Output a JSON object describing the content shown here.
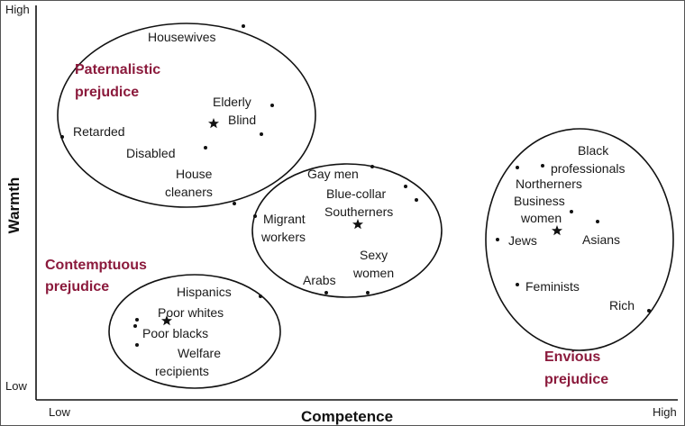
{
  "axes": {
    "x_title": "Competence",
    "y_title": "Warmth",
    "x_low": "Low",
    "x_high": "High",
    "y_low": "Low",
    "y_high": "High"
  },
  "colors": {
    "cluster_label": "#8b1a3c",
    "ink": "#111111",
    "frame": "#555555"
  },
  "clusters": {
    "paternalistic": {
      "title_line1": "Paternalistic",
      "title_line2": "prejudice"
    },
    "contemptuous": {
      "title_line1": "Contemptuous",
      "title_line2": "prejudice"
    },
    "envious": {
      "title_line1": "Envious",
      "title_line2": "prejudice"
    }
  },
  "groups": {
    "housewives": "Housewives",
    "elderly": "Elderly",
    "blind": "Blind",
    "retarded": "Retarded",
    "disabled": "Disabled",
    "house_cleaners_1": "House",
    "house_cleaners_2": "cleaners",
    "gay_men": "Gay men",
    "blue_collar_1": "Blue-collar",
    "blue_collar_2": "Southerners",
    "migrant_1": "Migrant",
    "migrant_2": "workers",
    "sexy_1": "Sexy",
    "sexy_2": "women",
    "arabs": "Arabs",
    "hispanics": "Hispanics",
    "poor_whites": "Poor whites",
    "poor_blacks": "Poor blacks",
    "welfare_1": "Welfare",
    "welfare_2": "recipients",
    "black_prof_1": "Black",
    "black_prof_2": "professionals",
    "northerners": "Northerners",
    "business_1": "Business",
    "business_2": "women",
    "jews": "Jews",
    "asians": "Asians",
    "feminists": "Feminists",
    "rich": "Rich"
  }
}
